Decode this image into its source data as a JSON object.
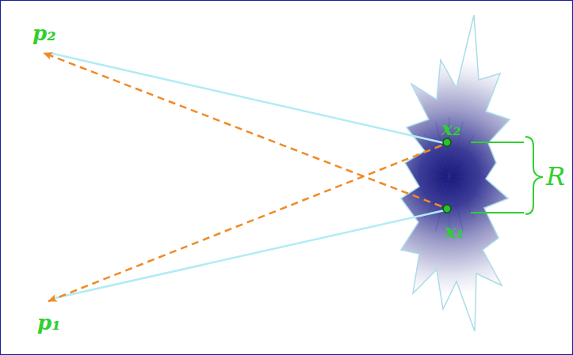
{
  "diagram": {
    "labels": [
      "p₂",
      "x₂",
      "R",
      "x₁",
      "p₁"
    ]
  }
}
